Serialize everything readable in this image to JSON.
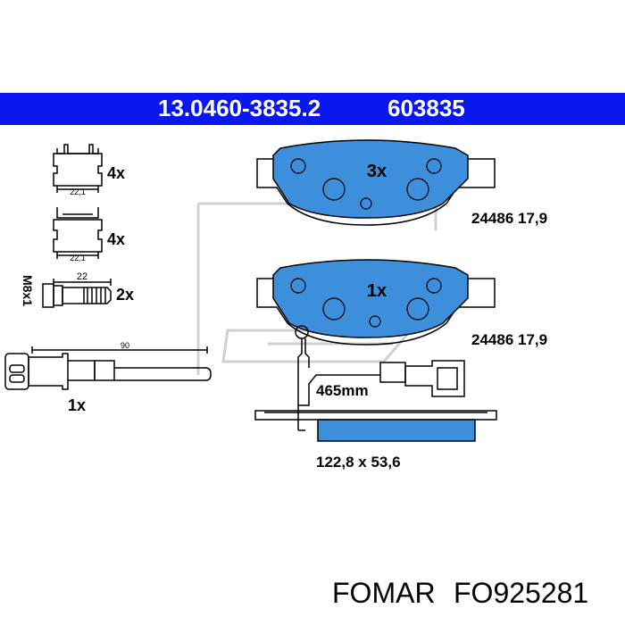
{
  "header": {
    "part_number": "13.0460-3835.2",
    "alt_number": "603835",
    "background_color": "#0a17f0"
  },
  "components": {
    "clip_a": {
      "quantity": "4x",
      "dimension": "22,1"
    },
    "clip_b": {
      "quantity": "4x",
      "dimension": "22,1"
    },
    "bolt": {
      "quantity": "2x",
      "thread": "M8x1",
      "dimension": "22"
    },
    "wear_sensor": {
      "quantity": "1x",
      "dimension": "90"
    }
  },
  "pads": {
    "outer": {
      "quantity": "3x",
      "spec": "24486 17,9"
    },
    "inner": {
      "quantity": "1x",
      "spec": "24486 17,9"
    },
    "sensor_cable_length": "465mm",
    "dimensions": "122,8 x 53,6",
    "pad_color": "#3d8fdb"
  },
  "footer": {
    "brand": "FOMAR",
    "code": "FO925281"
  }
}
